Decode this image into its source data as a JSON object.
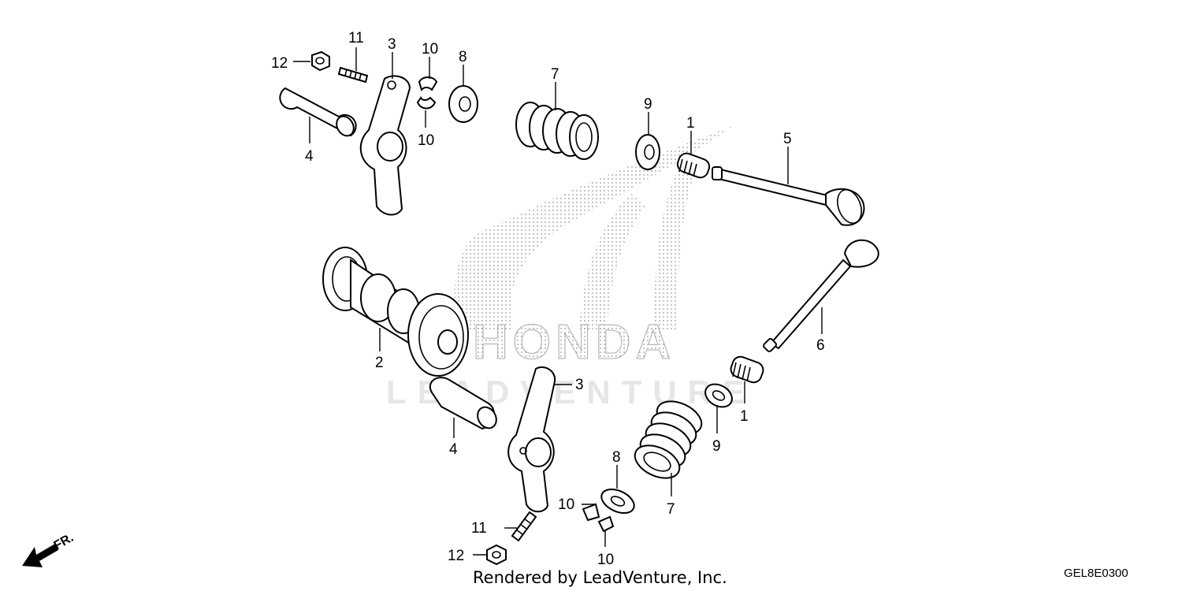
{
  "diagram": {
    "callouts": {
      "c1_top": "1",
      "c1_bot": "1",
      "c2": "2",
      "c3_top": "3",
      "c3_bot": "3",
      "c4_top": "4",
      "c4_bot": "4",
      "c5": "5",
      "c6": "6",
      "c7_top": "7",
      "c7_bot": "7",
      "c8_top": "8",
      "c8_bot": "8",
      "c9_top": "9",
      "c9_bot": "9",
      "c10_a": "10",
      "c10_b": "10",
      "c10_c": "10",
      "c10_d": "10",
      "c11_top": "11",
      "c11_bot": "11",
      "c12_top": "12",
      "c12_bot": "12"
    },
    "watermark_brand": "HONDA",
    "watermark_vendor": "LEADVENTURE",
    "front_marker": "FR.",
    "credit": "Rendered by LeadVenture, Inc.",
    "diagram_code": "GEL8E0300"
  }
}
